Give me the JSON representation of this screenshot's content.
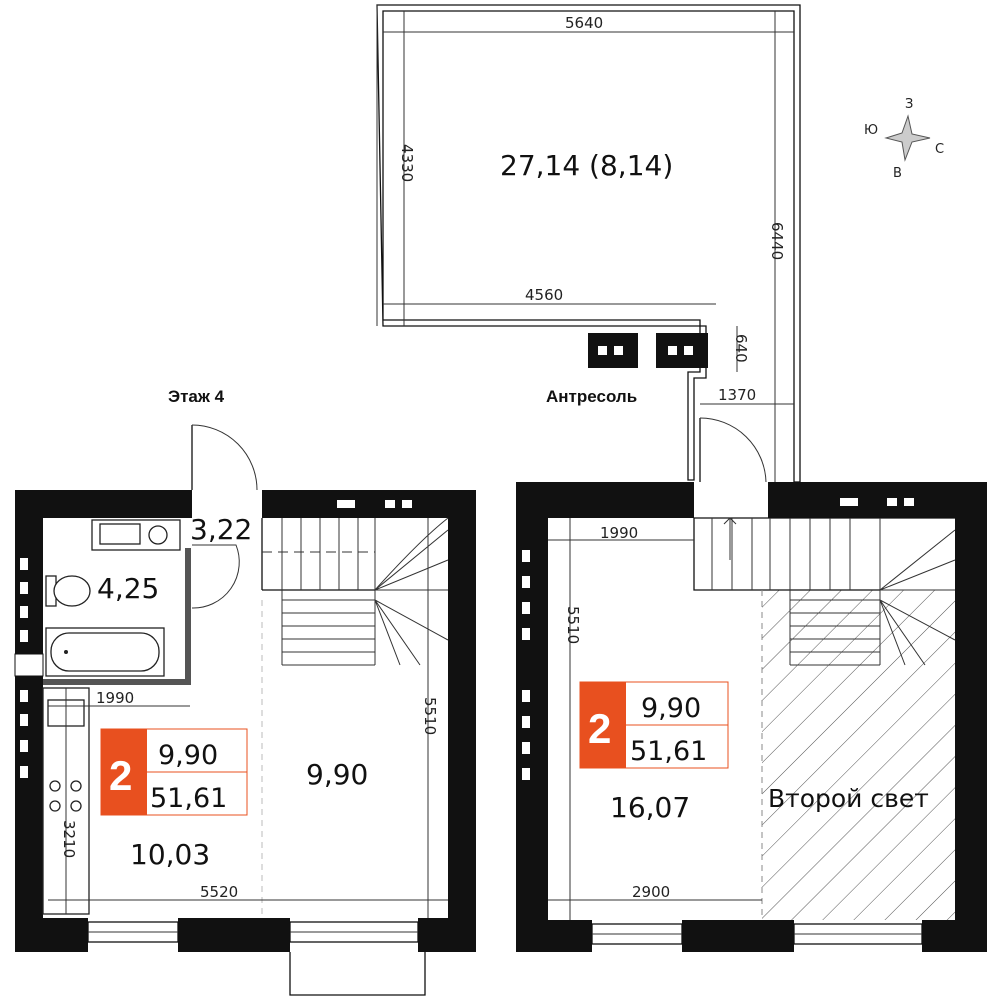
{
  "colors": {
    "wall": "#111111",
    "badge_accent": "#e8501f",
    "text": "#111111"
  },
  "compass": {
    "north": "С",
    "south": "Ю",
    "east": "В",
    "west": "З"
  },
  "floor4": {
    "title": "Этаж 4",
    "rooms": {
      "bath": "4,25",
      "hall": "3,22",
      "kitchen": "10,03",
      "stair_area": "9,90"
    },
    "dims": {
      "kitchen_width": "1990",
      "total_width": "5520",
      "kitchen_depth": "3210",
      "height": "5510"
    },
    "badge": {
      "rooms": "2",
      "living": "9,90",
      "total": "51,61"
    }
  },
  "mezzanine": {
    "title": "Антресоль",
    "rooms": {
      "terrace": "27,14 (8,14)",
      "room": "16,07",
      "second_light": "Второй свет"
    },
    "dims": {
      "terrace_top": "5640",
      "terrace_side": "4330",
      "terrace_bottom": "4560",
      "terrace_full": "6440",
      "step": "640",
      "passage": "1370",
      "room_top": "1990",
      "room_side": "5510",
      "room_bottom": "2900"
    },
    "badge": {
      "rooms": "2",
      "living": "9,90",
      "total": "51,61"
    }
  }
}
